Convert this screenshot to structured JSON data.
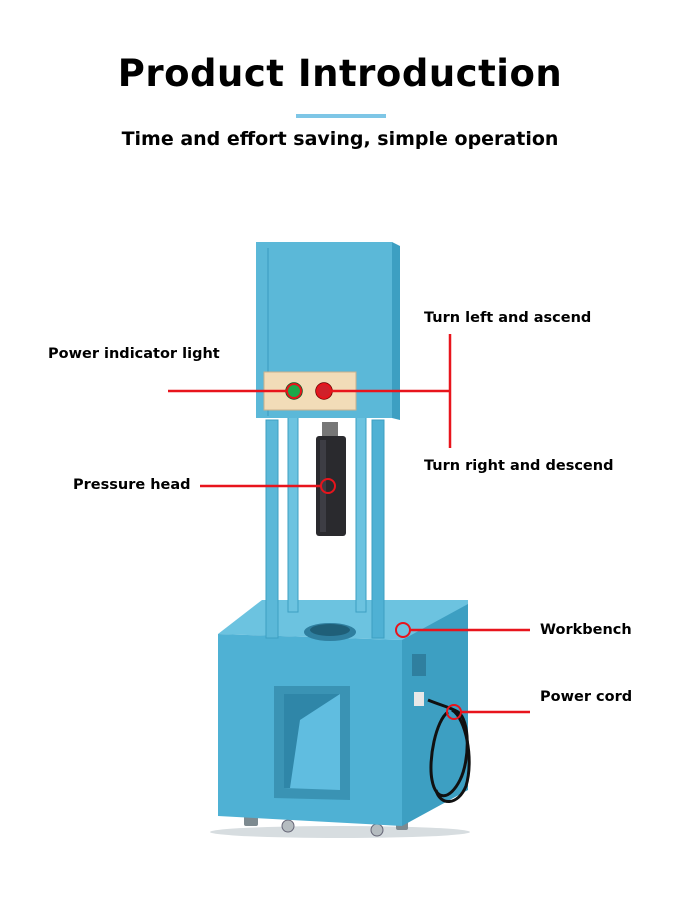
{
  "header": {
    "title": "Product Introduction",
    "subtitle": "Time and effort saving, simple operation",
    "accent_color": "#7ec6e6"
  },
  "callouts": {
    "power_indicator": "Power indicator light",
    "turn_left": "Turn left and ascend",
    "turn_right": "Turn right and descend",
    "pressure_head": "Pressure head",
    "workbench": "Workbench",
    "power_cord": "Power cord",
    "line_color": "#e8141c"
  },
  "machine": {
    "body_color": "#5bb8d8",
    "panel_color": "#f2dcb8",
    "green_button_color": "#1ea84a",
    "red_button_color": "#d0202a"
  }
}
